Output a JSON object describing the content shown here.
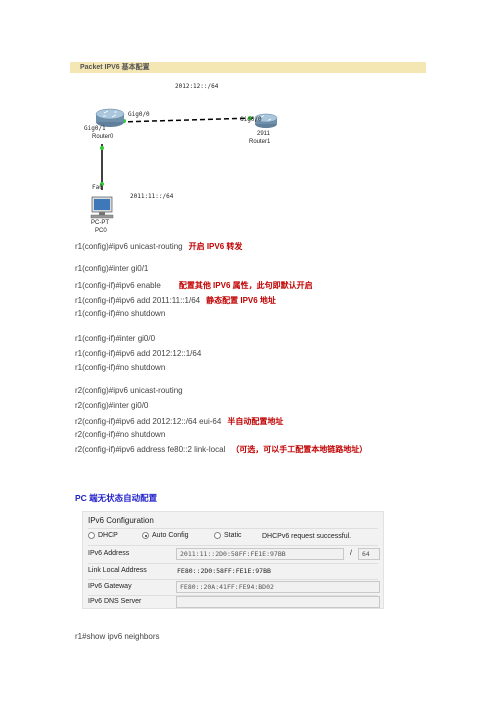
{
  "banner": {
    "title": "Packet IPV6 基本配置"
  },
  "topology": {
    "top_network": "2012:12::/64",
    "bottom_network": "2011:11::/64",
    "r0_port_right": "Gig0/0",
    "r0_port_left": "Gig0/1",
    "r0_name": "Router0",
    "r1_port": "Gig0/0",
    "r1_model": "2911",
    "r1_name": "Router1",
    "pc_port": "Fa0",
    "pc_type": "PC-PT",
    "pc_name": "PC0",
    "colors": {
      "link_solid": "#000000",
      "link_dashed": "#000000",
      "port_dot": "#33cc33"
    }
  },
  "commands": [
    {
      "text": "r1(config)#ipv6  unicast-routing",
      "note": "开启 IPV6 转发"
    },
    {
      "text": "r1(config)#inter  gi0/1",
      "note": ""
    },
    {
      "text": "r1(config-if)#ipv6  enable",
      "note": "配置其他 IPV6 属性，此句即默认开启"
    },
    {
      "text": "r1(config-if)#ipv6  add  2011:11::1/64",
      "note": "静态配置 IPV6 地址"
    },
    {
      "text": "r1(config-if)#no  shutdown",
      "note": ""
    },
    {
      "text": "r1(config-if)#inter  gi0/0",
      "note": ""
    },
    {
      "text": "r1(config-if)#ipv6  add  2012:12::1/64",
      "note": ""
    },
    {
      "text": "r1(config-if)#no  shutdown",
      "note": ""
    },
    {
      "text": "r2(config)#ipv6  unicast-routing",
      "note": ""
    },
    {
      "text": "r2(config)#inter  gi0/0",
      "note": ""
    },
    {
      "text": "r2(config-if)#ipv6  add  2012:12::/64  eui-64",
      "note": "半自动配置地址"
    },
    {
      "text": "r2(config-if)#no  shutdown",
      "note": ""
    },
    {
      "text": "r2(config-if)#ipv6  address  fe80::2  link-local",
      "note": "（可选，可以手工配置本地链路地址）"
    }
  ],
  "pc_heading": "PC 端无状态自动配置",
  "ipv6_panel": {
    "title": "IPv6 Configuration",
    "options": [
      "DHCP",
      "Auto Config",
      "Static"
    ],
    "selected": "Auto Config",
    "status": "DHCPv6 request successful.",
    "address_label": "IPv6 Address",
    "address_value": "2011:11::2D0:58FF:FE1E:97BB",
    "prefix_sep": "/",
    "prefix_value": "64",
    "link_local_label": "Link Local Address",
    "link_local_value": "FE80::2D0:58FF:FE1E:97BB",
    "gateway_label": "IPv6 Gateway",
    "gateway_value": "FE80::20A:41FF:FE94:BD02",
    "dns_label": "IPv6 DNS Server",
    "dns_value": ""
  },
  "show_cmd": "r1#show  ipv6  neighbors"
}
